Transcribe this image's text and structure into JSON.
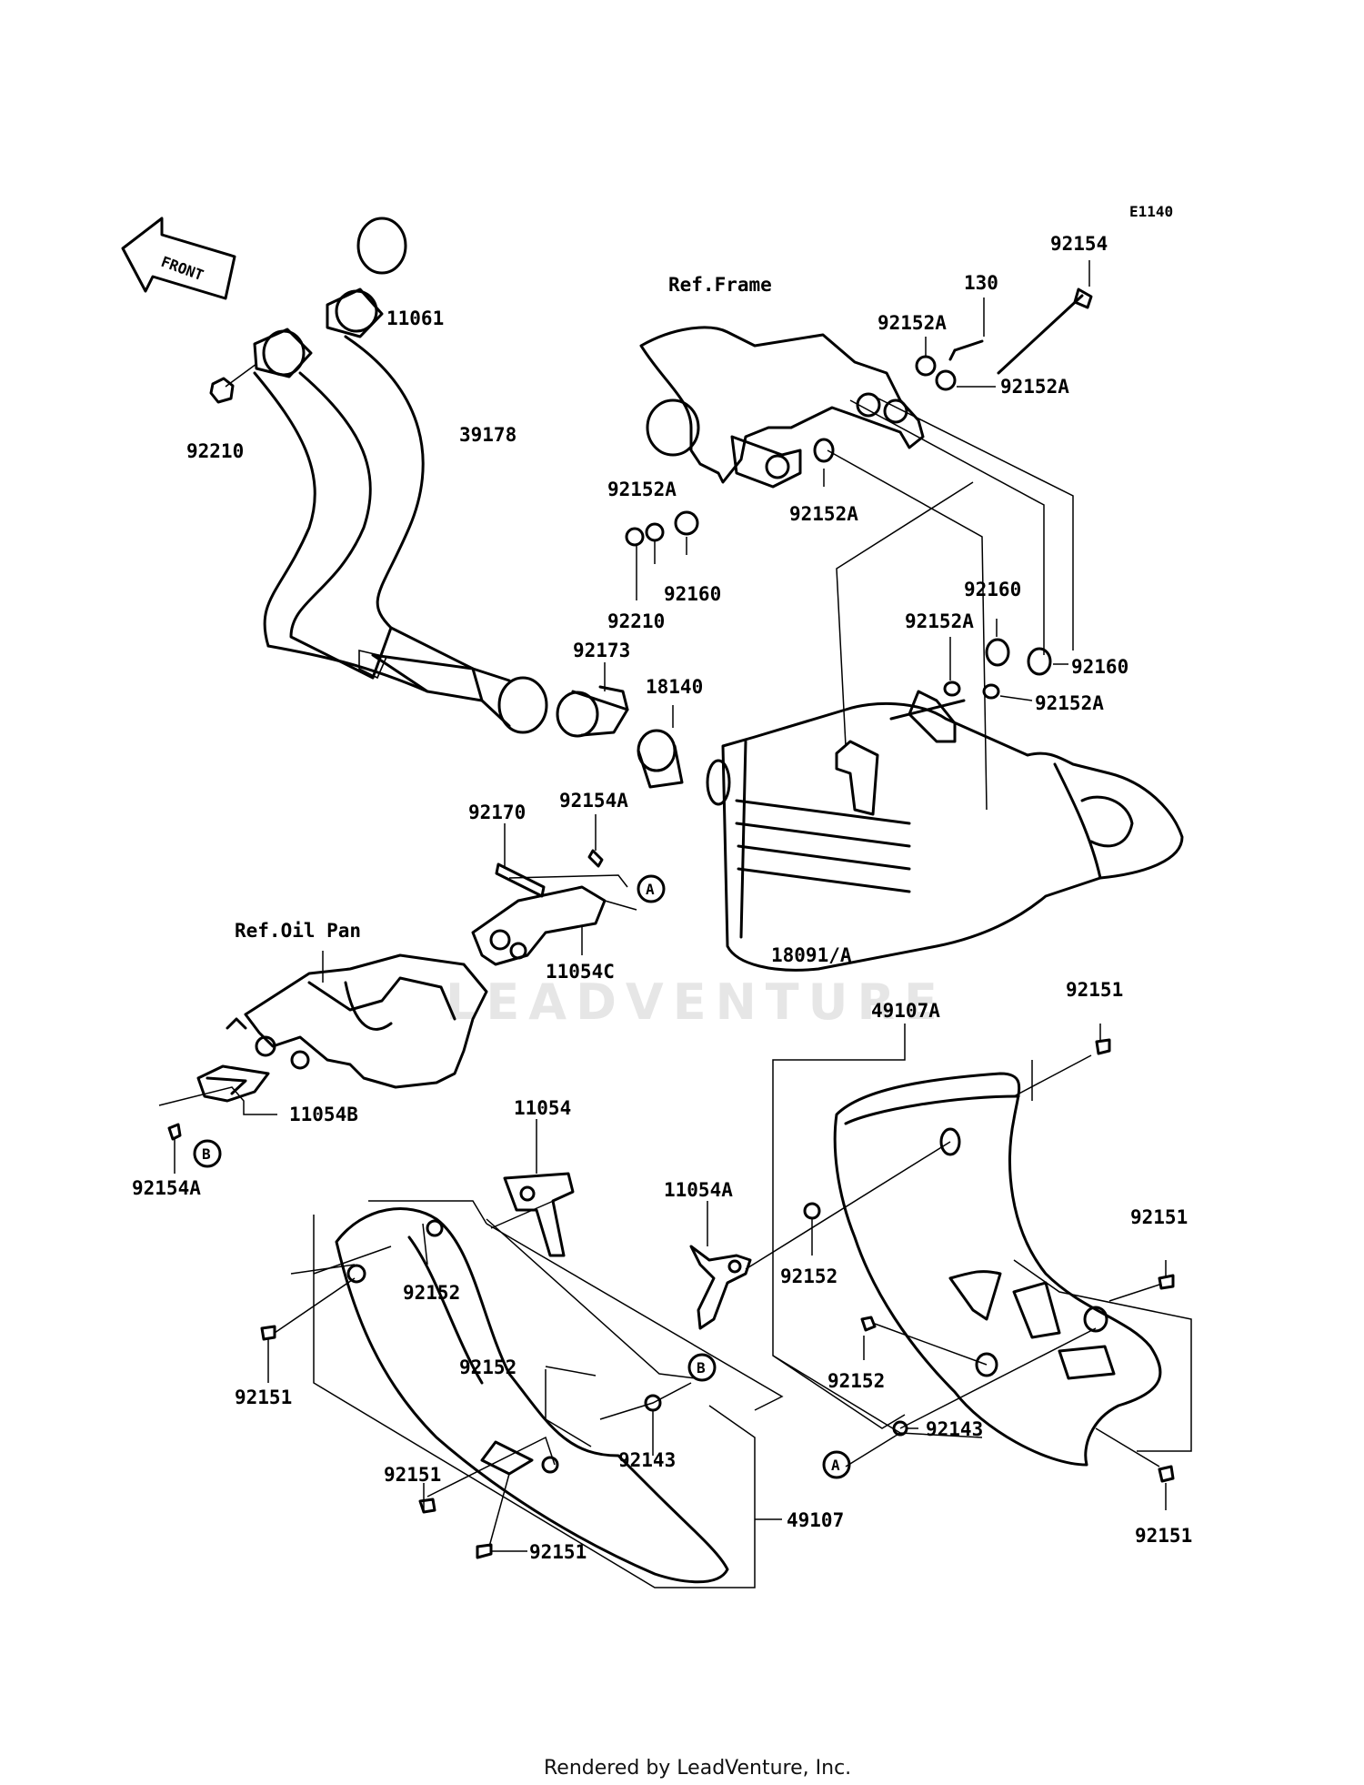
{
  "diagram_code": "E1140",
  "front_label": "FRONT",
  "watermark": "LEADVENTURE",
  "footer": "Rendered by LeadVenture, Inc.",
  "refs": {
    "frame": "Ref.Frame",
    "oil_pan": "Ref.Oil Pan"
  },
  "callouts": {
    "A": "A",
    "B": "B"
  },
  "parts": {
    "p11061": "11061",
    "p39178": "39178",
    "p92210_top": "92210",
    "p92210_mid": "92210",
    "p92154": "92154",
    "p130": "130",
    "p92152A_1": "92152A",
    "p92152A_2": "92152A",
    "p92152A_3": "92152A",
    "p92152A_4": "92152A",
    "p92152A_5": "92152A",
    "p92152A_6": "92152A",
    "p92160_1": "92160",
    "p92160_2": "92160",
    "p92160_3": "92160",
    "p92173": "92173",
    "p18140": "18140",
    "p92170": "92170",
    "p92154A_top": "92154A",
    "p92154A_bot": "92154A",
    "p11054C": "11054C",
    "p11054B": "11054B",
    "p11054": "11054",
    "p11054A": "11054A",
    "p18091A": "18091/A",
    "p49107A": "49107A",
    "p49107": "49107",
    "p92151_1": "92151",
    "p92151_2": "92151",
    "p92151_3": "92151",
    "p92151_4": "92151",
    "p92151_5": "92151",
    "p92151_6": "92151",
    "p92152_1": "92152",
    "p92152_2": "92152",
    "p92152_3": "92152",
    "p92152_4": "92152",
    "p92143_1": "92143",
    "p92143_2": "92143"
  }
}
